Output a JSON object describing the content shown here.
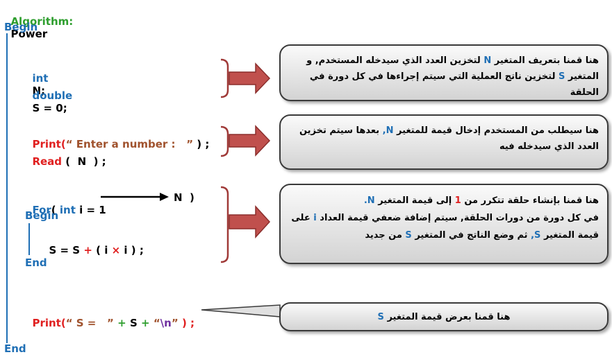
{
  "header": {
    "algorithm_label": "Algorithm:",
    "algorithm_name": "Power",
    "begin": "Begin",
    "end": "End"
  },
  "code": {
    "decl_type1": "int",
    "decl_var1": "N;",
    "decl_type2": "double",
    "decl_var2": "S = 0;",
    "print1_kw": "Print",
    "print1_open": "(",
    "print1_str": "“ Enter a number :   ”",
    "print1_close": ") ;",
    "read_kw": "Read",
    "read_args": "(  N  ) ;",
    "for_kw": "For",
    "for_open": "(",
    "for_int": "int",
    "for_init": "i = 1",
    "for_limit": "N  )",
    "loop_begin": "Begin",
    "loop_body_lhs": "S = S",
    "loop_body_plus": "+",
    "loop_body_open": "( i",
    "loop_body_times": "×",
    "loop_body_close": "i ) ;",
    "loop_end": "End",
    "print2_kw": "Print",
    "print2_open": "(",
    "print2_str1": "“ S =   ”",
    "print2_plus1": "+",
    "print2_var": "S",
    "print2_plus2": "+",
    "print2_str2_q1": "“",
    "print2_str2_nl": "\\n",
    "print2_str2_q2": "”",
    "print2_close": ") ;"
  },
  "notes": {
    "n1_l1_a": "هنا قمنا بتعريف المتغير",
    "n1_l1_var": "N",
    "n1_l1_b": "لتخزين العدد الذي سيدخله المستخدم, و",
    "n1_l2_a": "المتغير",
    "n1_l2_var": "S",
    "n1_l2_b": "لتخزين ناتج العملية التي سيتم إجراءها في كل دورة في الحلقة",
    "n2_l1_a": "هنا سيطلب من المستخدم إدخال قيمة للمتغير",
    "n2_l1_var": "N,",
    "n2_l1_b": "بعدها سيتم تخزين",
    "n2_l2": "العدد الذي سيدخله فيه",
    "n3_l1_a": "هنا قمنا بإنشاء حلقة تتكرر من",
    "n3_l1_num": "1",
    "n3_l1_b": "إلى قيمة المتغير",
    "n3_l1_var": "N.",
    "n3_l2_a": "في كل دورة من دورات الحلقة, سيتم إضافة ضعفي قيمة العداد",
    "n3_l2_var": "i",
    "n3_l2_b": "على",
    "n3_l3_a": "قيمة المتغير",
    "n3_l3_var": "S,",
    "n3_l3_b": "ثم وضع الناتج في المتغير",
    "n3_l3_var2": "S",
    "n3_l3_c": "من جديد",
    "n4_a": "هنا قمنا بعرض قيمة المتغير",
    "n4_var": "S"
  },
  "colors": {
    "keyword_blue": "#1f6fb5",
    "print_red": "#e02020",
    "string_brown": "#a0522d",
    "plus_green": "#2e9e2e",
    "newline_purple": "#7030a0",
    "arrow_fill": "#c0504d",
    "title_green": "#2e9e2e"
  }
}
